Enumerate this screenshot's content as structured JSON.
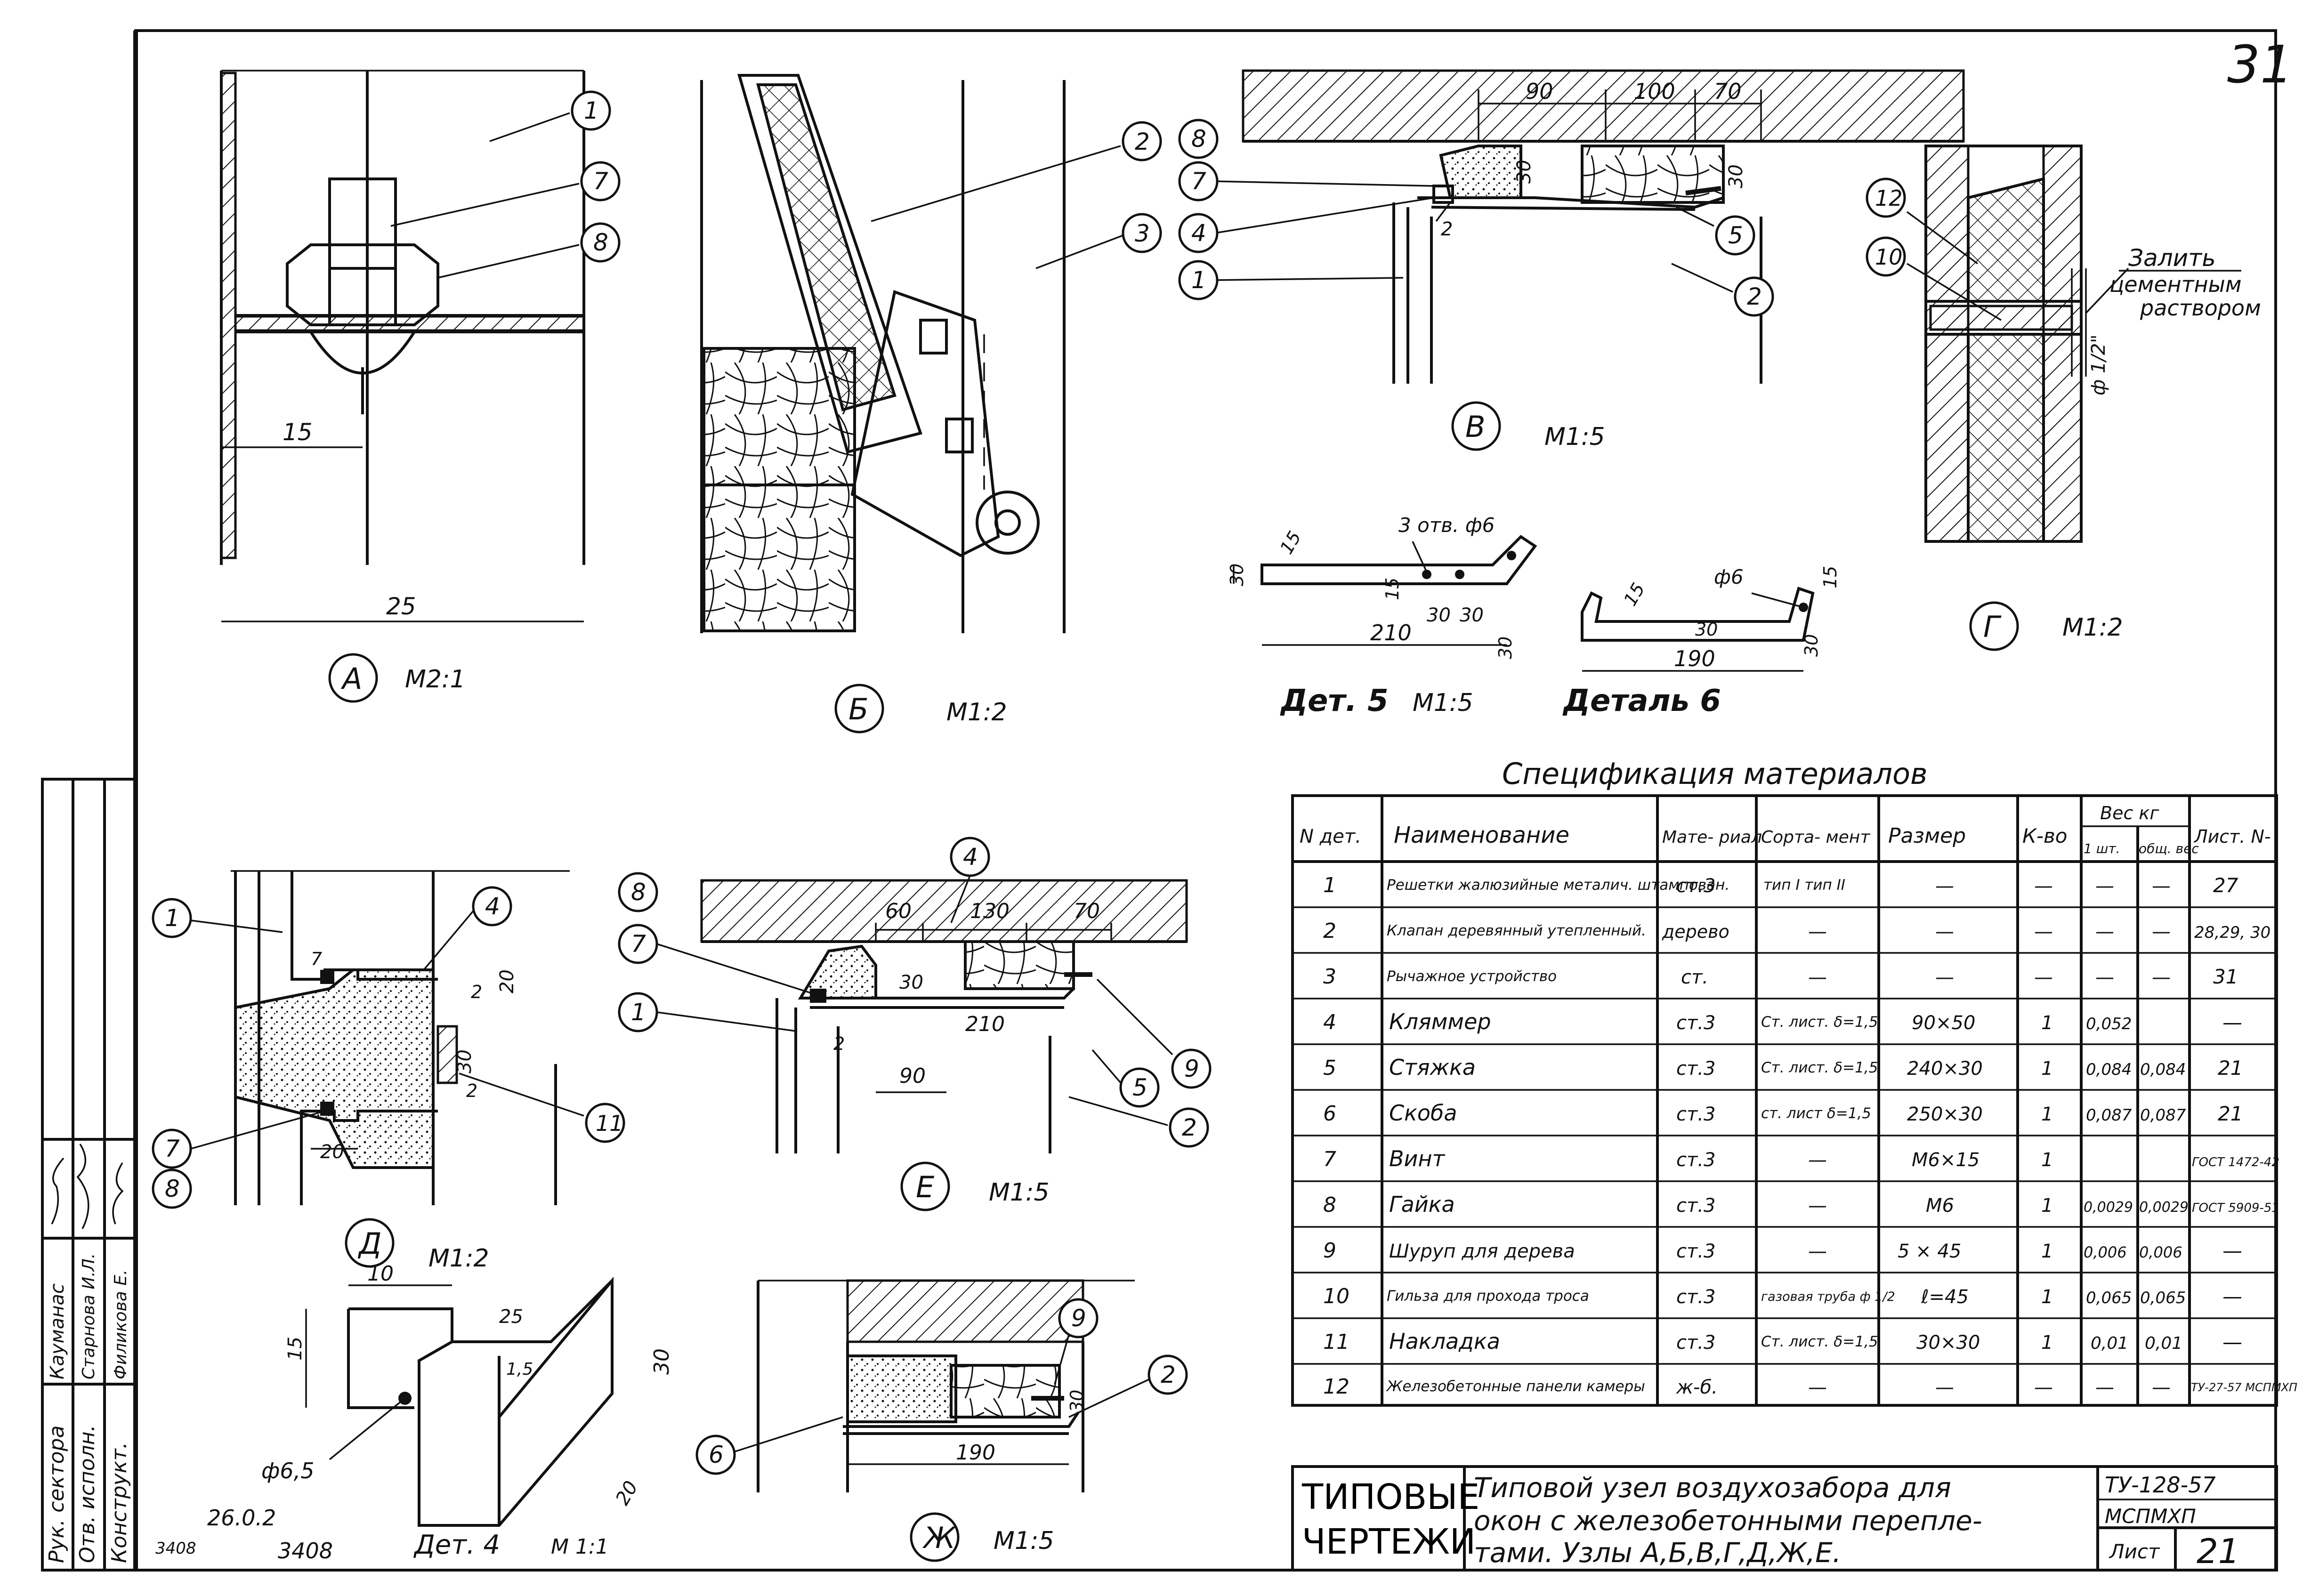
{
  "sheet_number": "31",
  "views": {
    "A": {
      "letter": "А",
      "scale": "М2:1",
      "dims": [
        "15",
        "25"
      ],
      "callouts": [
        "1",
        "7",
        "8"
      ]
    },
    "B": {
      "letter": "Б",
      "scale": "М1:2",
      "callouts": [
        "2",
        "3"
      ]
    },
    "V": {
      "letter": "В",
      "scale": "М1:5",
      "dims": [
        "90",
        "100",
        "70",
        "30",
        "30",
        "2"
      ],
      "callouts": [
        "8",
        "7",
        "4",
        "1",
        "5",
        "2"
      ]
    },
    "G": {
      "letter": "Г",
      "scale": "М1:2",
      "callouts": [
        "12",
        "10"
      ],
      "note_lines": [
        "Залить",
        "цементным",
        "раствором"
      ],
      "diameter": "ф 1/2\""
    },
    "D": {
      "letter": "Д",
      "scale": "М1:2",
      "dims": [
        "7",
        "2",
        "20",
        "30",
        "2",
        "20"
      ],
      "callouts": [
        "1",
        "4",
        "11",
        "7",
        "8"
      ]
    },
    "E": {
      "letter": "Е",
      "scale": "М1:5",
      "dims": [
        "60",
        "130",
        "70",
        "30",
        "210",
        "2",
        "90"
      ],
      "callouts": [
        "4",
        "8",
        "7",
        "1",
        "9",
        "5",
        "2"
      ]
    },
    "ZH": {
      "letter": "Ж",
      "scale": "М1:5",
      "dims": [
        "190",
        "30"
      ],
      "callouts": [
        "9",
        "2",
        "6"
      ]
    }
  },
  "det5": {
    "title": "Дет. 5",
    "scale": "М1:5",
    "note": "3 отв. ф6",
    "dims": [
      "15",
      "15",
      "30",
      "30",
      "30",
      "210",
      "30"
    ]
  },
  "det6": {
    "title": "Деталь 6",
    "note": "ф6",
    "dims": [
      "15",
      "15",
      "30",
      "190",
      "30"
    ]
  },
  "det4": {
    "title": "Дет. 4",
    "scale": "М 1:1",
    "dims": [
      "10",
      "15",
      "25",
      "1,5",
      "30",
      "20",
      "ф6,5"
    ]
  },
  "spec": {
    "title": "Спецификация материалов",
    "headers": {
      "num": "N дет.",
      "name": "Наименование",
      "material": "Мате- риал",
      "sortament": "Сорта- мент",
      "size": "Размер",
      "qty": "К-во",
      "weight": "Вес кг",
      "weight_unit": "1 шт.",
      "weight_total": "общ. вес",
      "sheet": "Лист. N-"
    },
    "rows": [
      {
        "n": "1",
        "name": "Решетки жалюзийные металич. штампован.",
        "mat": "ст.3",
        "sort": "тип I тип II",
        "size": "—",
        "qty": "—",
        "w1": "—",
        "wt": "—",
        "sheet": "27"
      },
      {
        "n": "2",
        "name": "Клапан деревянный утепленный.",
        "mat": "дерево",
        "sort": "—",
        "size": "—",
        "qty": "—",
        "w1": "—",
        "wt": "—",
        "sheet": "28,29, 30"
      },
      {
        "n": "3",
        "name": "Рычажное устройство",
        "mat": "ст.",
        "sort": "—",
        "size": "—",
        "qty": "—",
        "w1": "—",
        "wt": "—",
        "sheet": "31"
      },
      {
        "n": "4",
        "name": "Кляммер",
        "mat": "ст.3",
        "sort": "Ст. лист. δ=1,5",
        "size": "90×50",
        "qty": "1",
        "w1": "0,052",
        "wt": "",
        "sheet": "—"
      },
      {
        "n": "5",
        "name": "Стяжка",
        "mat": "ст.3",
        "sort": "Ст. лист. δ=1,5",
        "size": "240×30",
        "qty": "1",
        "w1": "0,084",
        "wt": "0,084",
        "sheet": "21"
      },
      {
        "n": "6",
        "name": "Скоба",
        "mat": "ст.3",
        "sort": "ст. лист δ=1,5",
        "size": "250×30",
        "qty": "1",
        "w1": "0,087",
        "wt": "0,087",
        "sheet": "21"
      },
      {
        "n": "7",
        "name": "Винт",
        "mat": "ст.3",
        "sort": "—",
        "size": "М6×15",
        "qty": "1",
        "w1": "",
        "wt": "",
        "sheet": "ГОСТ 1472-42"
      },
      {
        "n": "8",
        "name": "Гайка",
        "mat": "ст.3",
        "sort": "—",
        "size": "М6",
        "qty": "1",
        "w1": "0,0029",
        "wt": "0,0029",
        "sheet": "ГОСТ 5909-51"
      },
      {
        "n": "9",
        "name": "Шуруп для дерева",
        "mat": "ст.3",
        "sort": "—",
        "size": "5 × 45",
        "qty": "1",
        "w1": "0,006",
        "wt": "0,006",
        "sheet": "—"
      },
      {
        "n": "10",
        "name": "Гильза для прохода троса",
        "mat": "ст.3",
        "sort": "газовая труба ф 1/2",
        "size": "ℓ=45",
        "qty": "1",
        "w1": "0,065",
        "wt": "0,065",
        "sheet": "—"
      },
      {
        "n": "11",
        "name": "Накладка",
        "mat": "ст.3",
        "sort": "Ст. лист. δ=1,5",
        "size": "30×30",
        "qty": "1",
        "w1": "0,01",
        "wt": "0,01",
        "sheet": "—"
      },
      {
        "n": "12",
        "name": "Железобетонные панели камеры",
        "mat": "ж-б.",
        "sort": "—",
        "size": "—",
        "qty": "—",
        "w1": "—",
        "wt": "—",
        "sheet": "ТУ-27-57 МСПМХП"
      }
    ]
  },
  "title_block": {
    "series_line1": "ТИПОВЫЕ",
    "series_line2": "ЧЕРТЕЖИ",
    "description_lines": [
      "Типовой узел воздухозабора для",
      "окон с железобетонными перепле-",
      "тами. Узлы А,Б,В,Г,Д,Ж,Е."
    ],
    "code_line1": "ТУ-128-57",
    "code_line2": "МСПМХП",
    "sheet_label": "Лист",
    "sheet_value": "21"
  },
  "side_stamp": {
    "roles": [
      "Рук. сектора",
      "Отв. исполн.",
      "Конструкт."
    ],
    "names": [
      "Кауманас",
      "Старнова И.Л.",
      "Филикова Е."
    ]
  },
  "bottom_notes": [
    "26.0.2",
    "3408",
    "3408"
  ]
}
